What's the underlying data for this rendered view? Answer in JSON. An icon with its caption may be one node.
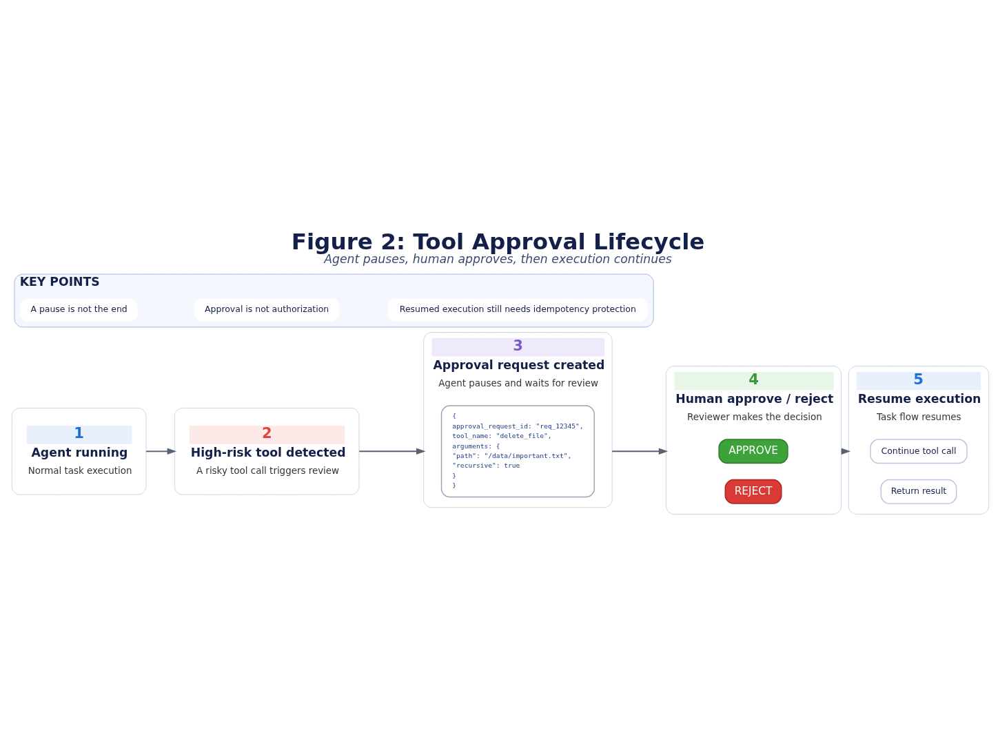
{
  "diagram": {
    "title": "Figure 2: Tool Approval Lifecycle",
    "caption": "Agent pauses, human approves, then execution continues",
    "nodes": [
      {
        "text": [
          "1",
          "Agent running",
          "Normal task execution"
        ]
      },
      {
        "text": [
          "2",
          "High-risk tool detected",
          "A risky tool call triggers review"
        ]
      },
      {
        "text": [
          "3",
          "Approval request created",
          "Agent pauses and waits for review"
        ]
      },
      {
        "text": [
          "{",
          "approval_request_id: \"req_12345\",",
          "tool_name: \"delete_file\",",
          "arguments: {",
          "\"path\": \"/data/important.txt\",",
          "\"recursive\": true",
          "}",
          "}"
        ],
        "in": 2
      },
      {
        "text": [
          "4",
          "Human approve / reject",
          "Reviewer makes the decision"
        ]
      },
      {
        "text": [
          "APPROVE"
        ],
        "in": 4
      },
      {
        "text": [
          "REJECT"
        ],
        "in": 4
      },
      {
        "text": [
          "5",
          "Resume execution",
          "Task flow resumes"
        ]
      },
      {
        "text": [
          "Continue tool call"
        ],
        "in": 7
      },
      {
        "text": [
          "Return result"
        ],
        "in": 7
      },
      {
        "text": [
          "KEY POINTS"
        ]
      },
      {
        "text": [
          "A pause is not the end"
        ],
        "in": 10
      },
      {
        "text": [
          "Approval is not authorization"
        ],
        "in": 10
      },
      {
        "text": [
          "Resumed execution still needs idempotency protection"
        ],
        "in": 10
      }
    ],
    "edges": [
      {
        "from": 0,
        "to": 1,
        "arrow": "to"
      },
      {
        "from": 1,
        "to": 2,
        "arrow": "to"
      },
      {
        "from": 2,
        "to": 4,
        "arrow": "to"
      },
      {
        "from": 4,
        "to": 7,
        "arrow": "to"
      }
    ]
  }
}
